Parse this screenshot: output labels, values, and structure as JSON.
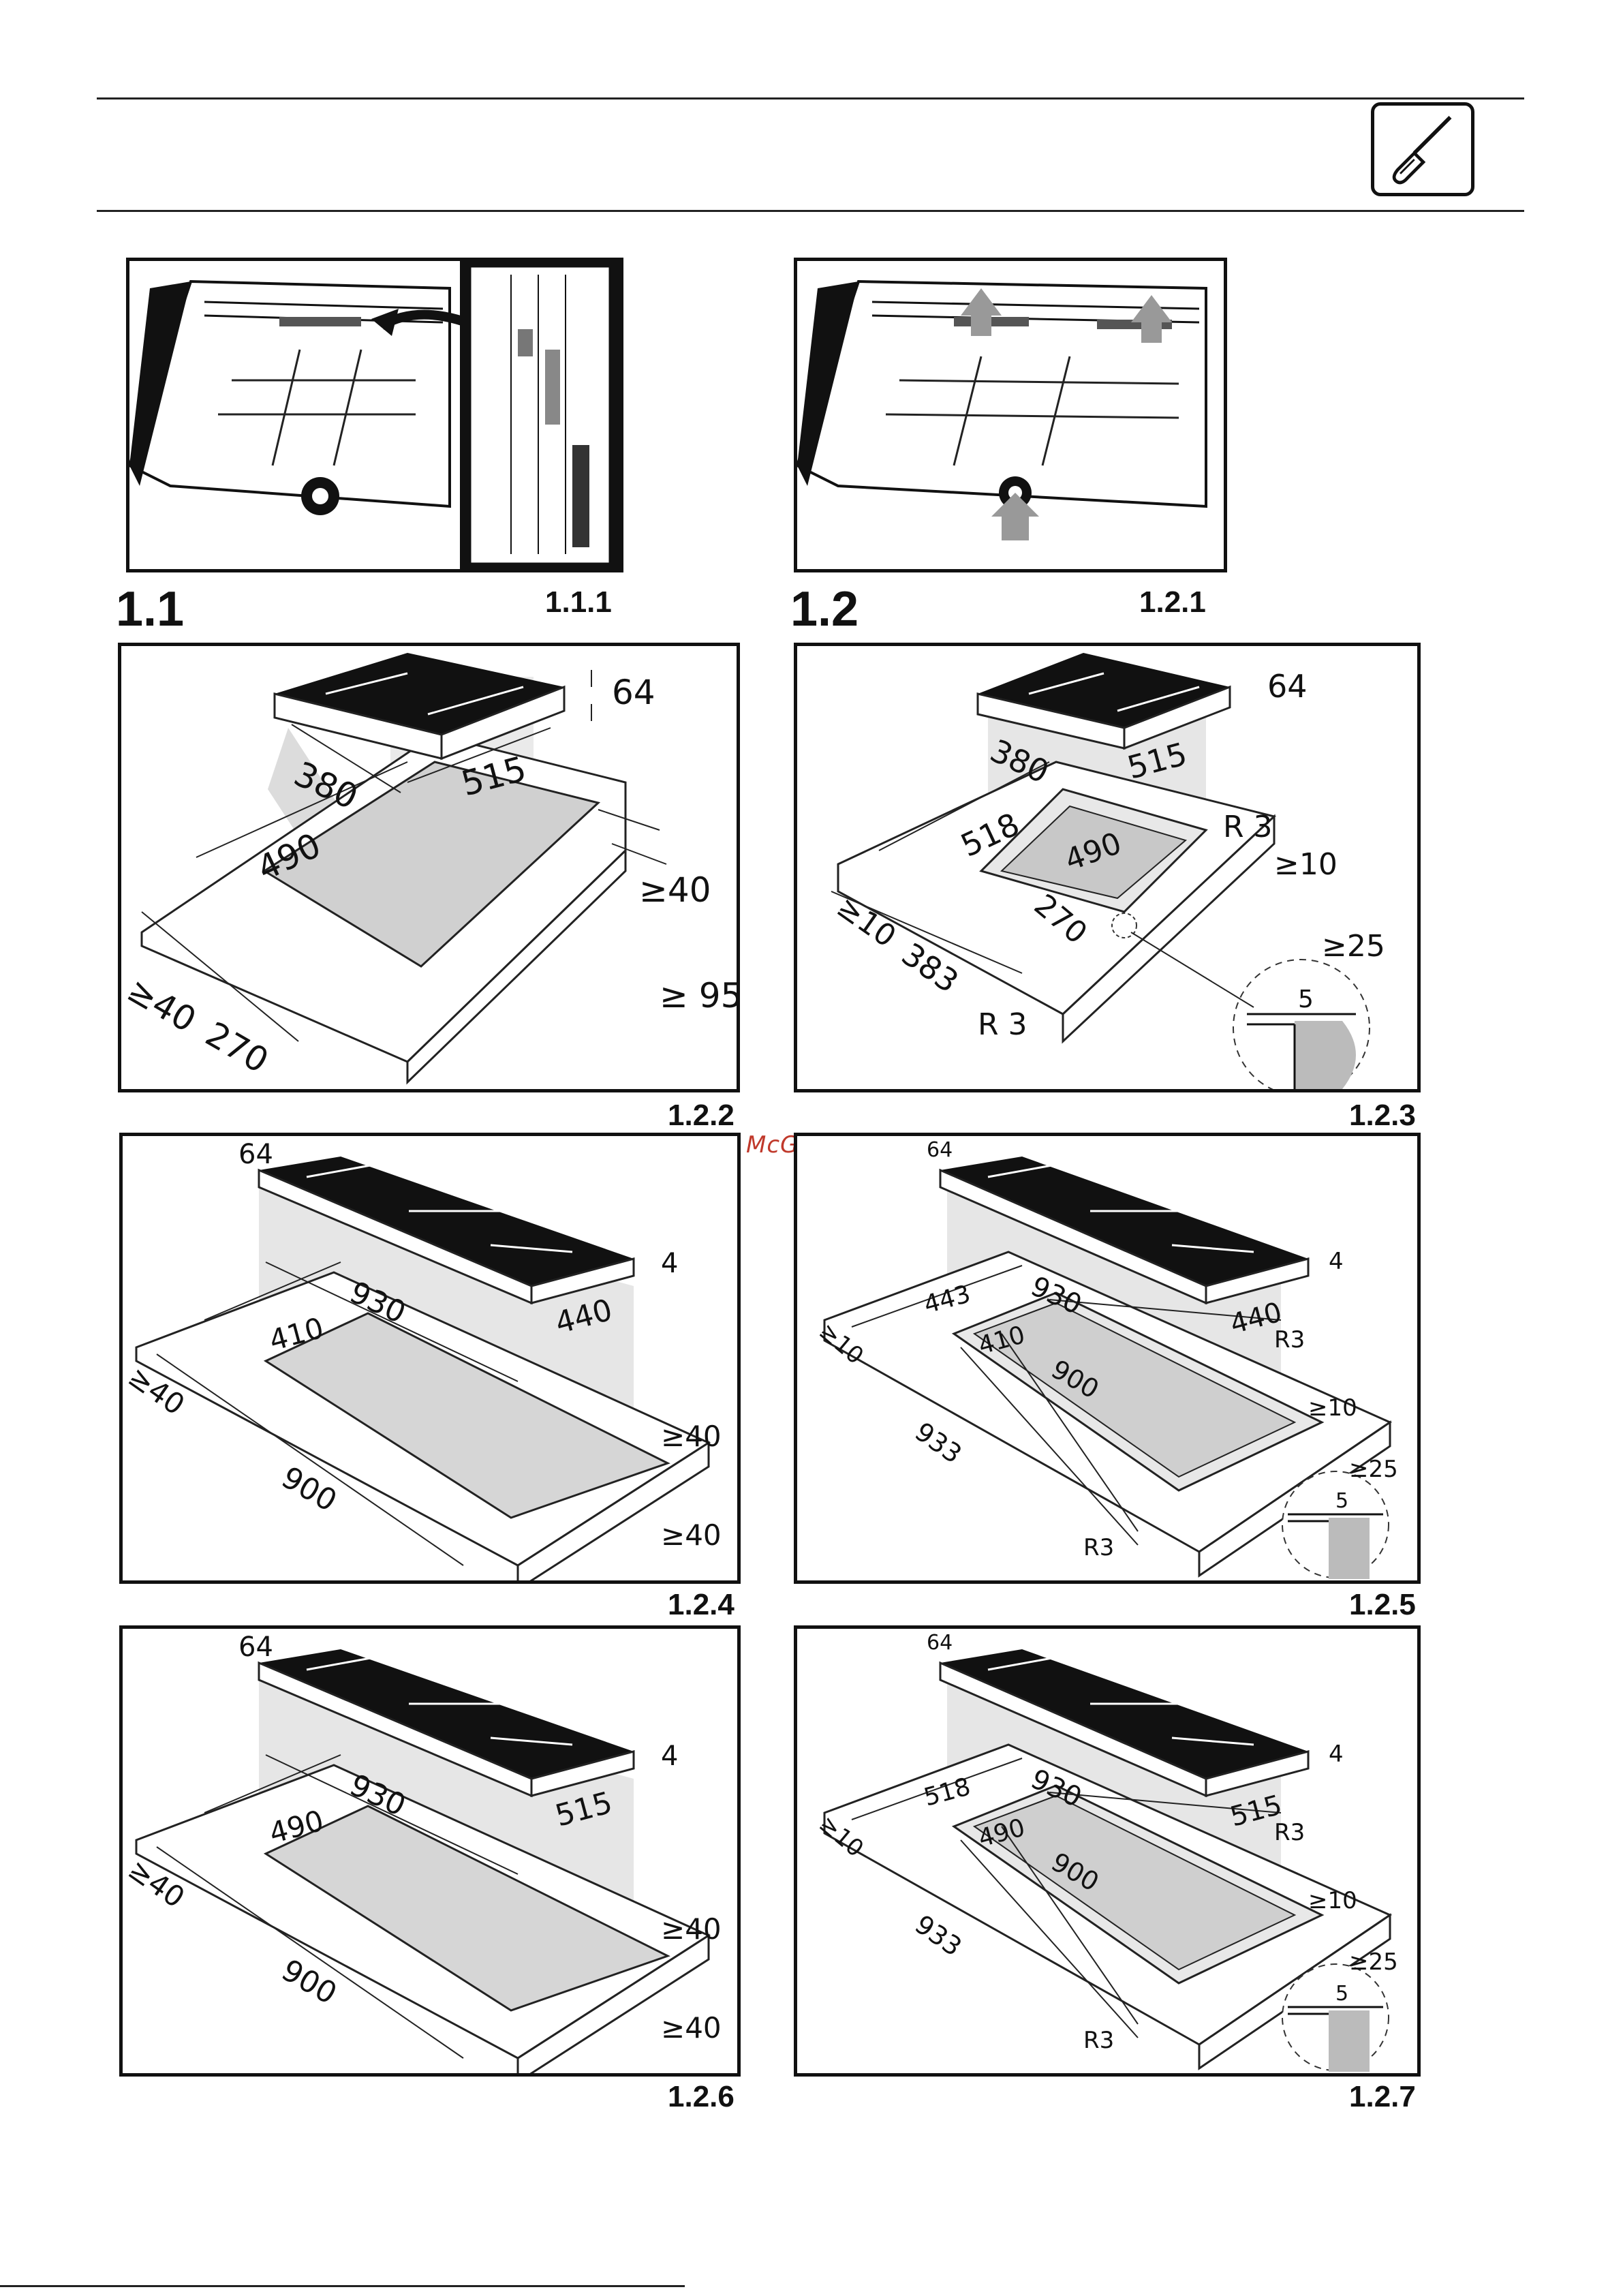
{
  "page": {
    "section_labels": {
      "s1_1": "1.1",
      "s1_2": "1.2"
    },
    "figure_labels": {
      "f111": "1.1.1",
      "f121": "1.2.1",
      "f122": "1.2.2",
      "f123": "1.2.3",
      "f124": "1.2.4",
      "f125": "1.2.5",
      "f126": "1.2.6",
      "f127": "1.2.7"
    },
    "watermark": "McGrp.Ru",
    "icon": "screwdriver-icon"
  },
  "fig122": {
    "h": "64",
    "d": "380",
    "w": "515",
    "cut_w": "490",
    "cut_d": "270",
    "gap_back": "≥40",
    "gap_side": "≥40",
    "gap_front": "≥ 95"
  },
  "fig123": {
    "h": "64",
    "d": "380",
    "w": "515",
    "outer_w": "518",
    "inner_w": "490",
    "inner_d": "270",
    "outer_d": "383",
    "r_top": "R 3",
    "r_bottom": "R 3",
    "g10a": "≥10",
    "g10b": "≥10",
    "g25": "≥25",
    "depth": "5"
  },
  "fig124": {
    "h": "64",
    "h2": "4",
    "w": "930",
    "d": "440",
    "cut_d": "410",
    "cut_w": "900",
    "g40a": "≥40",
    "g40b": "≥40",
    "g40c": "≥40"
  },
  "fig125": {
    "h": "64",
    "h2": "4",
    "w": "930",
    "d": "440",
    "outer_d": "443",
    "inner_d": "410",
    "inner_w": "900",
    "outer_w": "933",
    "r_top": "R3",
    "r_bottom": "R3",
    "g10a": "≥10",
    "g10b": "≥10",
    "g25": "≥25",
    "depth": "5"
  },
  "fig126": {
    "h": "64",
    "h2": "4",
    "w": "930",
    "d": "515",
    "cut_d": "490",
    "cut_w": "900",
    "g40a": "≥40",
    "g40b": "≥40",
    "g40c": "≥40"
  },
  "fig127": {
    "h": "64",
    "h2": "4",
    "w": "930",
    "d": "515",
    "outer_d": "518",
    "inner_d": "490",
    "inner_w": "900",
    "outer_w": "933",
    "r_top": "R3",
    "r_bottom": "R3",
    "g10a": "≥10",
    "g10b": "≥10",
    "g25": "≥25",
    "depth": "5"
  }
}
